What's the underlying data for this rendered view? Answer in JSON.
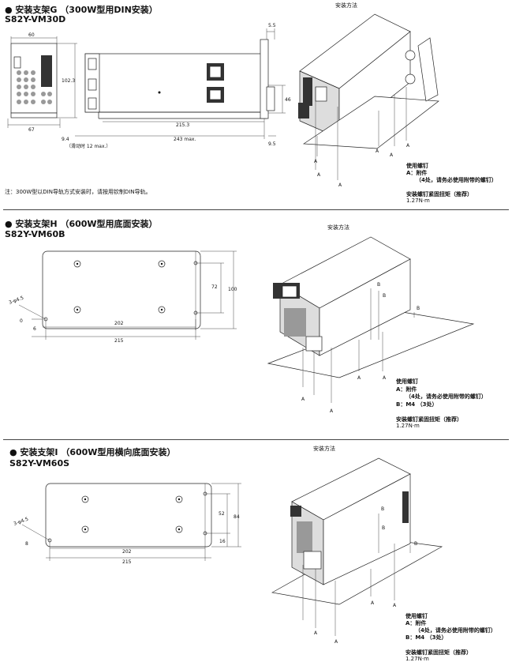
{
  "sections": [
    {
      "title": "● 安装支架G （300W型用DIN安装）",
      "model": "S82Y-VM30D",
      "method_label": "安装方法",
      "dims": {
        "d60": "60",
        "d5_5": "5.5",
        "d102_3": "102.3",
        "d46": "46",
        "d67": "67",
        "d9_4": "9.4",
        "d215_3": "215.3",
        "d243": "243 max.",
        "d9_5": "9.5",
        "slide": "（滑动时 12 max.）"
      },
      "screw_title": "使用螺钉",
      "screw_a": "A：附件",
      "screw_a_note": "（4处，请务必使用附带的螺钉）",
      "torque_title": "安装螺钉紧固扭矩（推荐）",
      "torque_value": "1.27N·m",
      "footnote": "注：300W型以DIN导轨方式安装时，请按用钦制DIN导轨。",
      "labels": [
        "A",
        "A",
        "A",
        "A",
        "A",
        "A"
      ]
    },
    {
      "title": "● 安装支架H （600W型用底面安装）",
      "model": "S82Y-VM60B",
      "method_label": "安装方法",
      "dims": {
        "hole": "3-φ4.5",
        "d72": "72",
        "d100": "100",
        "d0": "0",
        "d6": "6",
        "d202": "202",
        "d215": "215"
      },
      "screw_title": "使用螺钉",
      "screw_a": "A：附件",
      "screw_a_note": "（4处，请务必使用附带的螺钉）",
      "screw_b": "B：M4 （3处）",
      "torque_title": "安装螺钉紧固扭矩（推荐）",
      "torque_value": "1.27N·m",
      "labels": [
        "B",
        "B",
        "B",
        "A",
        "A",
        "A",
        "A"
      ]
    },
    {
      "title": "● 安装支架I （600W型用横向底面安装）",
      "model": "S82Y-VM60S",
      "method_label": "安装方法",
      "dims": {
        "hole": "3-φ4.5",
        "d52": "52",
        "d84": "84",
        "d16": "16",
        "d8": "8",
        "d202": "202",
        "d215": "215"
      },
      "screw_title": "使用螺钉",
      "screw_a": "A：附件",
      "screw_a_note": "（4处，请务必使用附带的螺钉）",
      "screw_b": "B：M4 （3处）",
      "torque_title": "安装螺钉紧固扭矩（推荐）",
      "torque_value": "1.27N·m",
      "labels": [
        "B",
        "B",
        "B",
        "A",
        "A",
        "A",
        "A"
      ]
    }
  ]
}
